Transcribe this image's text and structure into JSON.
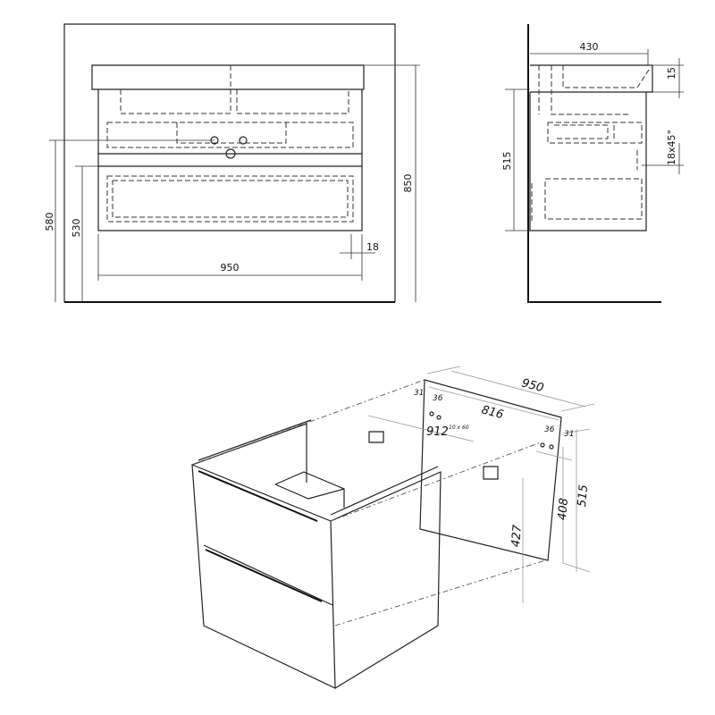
{
  "front_view": {
    "dims": {
      "height_total": "850",
      "height_580": "580",
      "height_530": "530",
      "width": "950",
      "offset": "18"
    }
  },
  "side_view": {
    "dims": {
      "depth": "430",
      "top_thickness": "15",
      "height": "515",
      "chamfer": "18x45°"
    }
  },
  "iso_view": {
    "dims": {
      "width": "950",
      "hole_spacing": "816",
      "edge_31_left": "31",
      "edge_36_left": "36",
      "edge_36_right": "36",
      "edge_31_right": "31",
      "bracket_span": "912",
      "hole_size": "10 x 60",
      "height_408": "408",
      "height_515": "515",
      "height_427": "427"
    }
  }
}
